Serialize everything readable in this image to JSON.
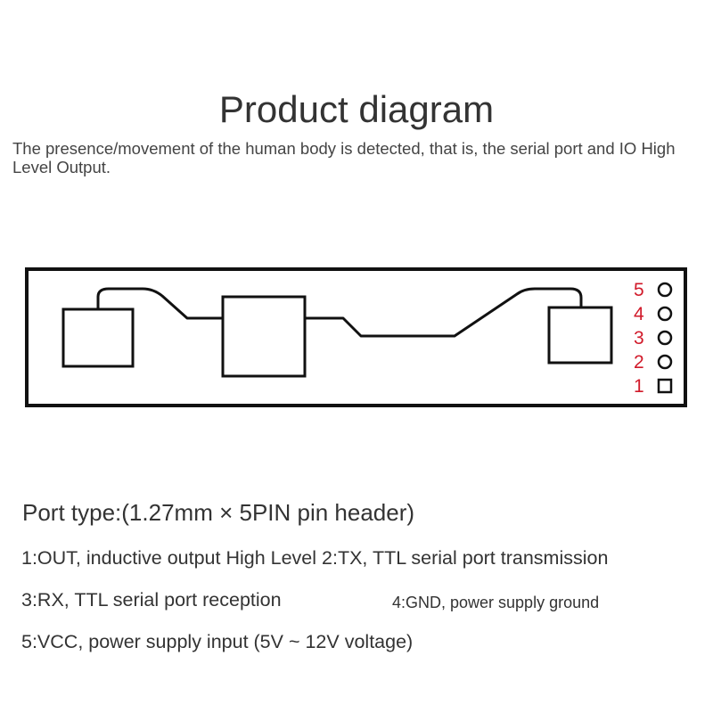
{
  "title": "Product diagram",
  "subtitle": "The presence/movement of the human body is detected, that is, the serial port and IO High Level Output.",
  "diagram": {
    "pins": [
      {
        "label": "5",
        "shape": "circle"
      },
      {
        "label": "4",
        "shape": "circle"
      },
      {
        "label": "3",
        "shape": "circle"
      },
      {
        "label": "2",
        "shape": "circle"
      },
      {
        "label": "1",
        "shape": "square"
      }
    ],
    "colors": {
      "outline": "#111111",
      "pin_label": "#d11a2a",
      "text": "#333333"
    }
  },
  "port_type": "Port type:(1.27mm × 5PIN pin header)",
  "descriptions": {
    "pin1_and_2": "1:OUT, inductive output High Level 2:TX, TTL serial port transmission",
    "pin3": "3:RX, TTL serial port reception",
    "pin4": "4:GND, power supply ground",
    "pin5": "5:VCC, power supply input (5V ~ 12V voltage)"
  }
}
